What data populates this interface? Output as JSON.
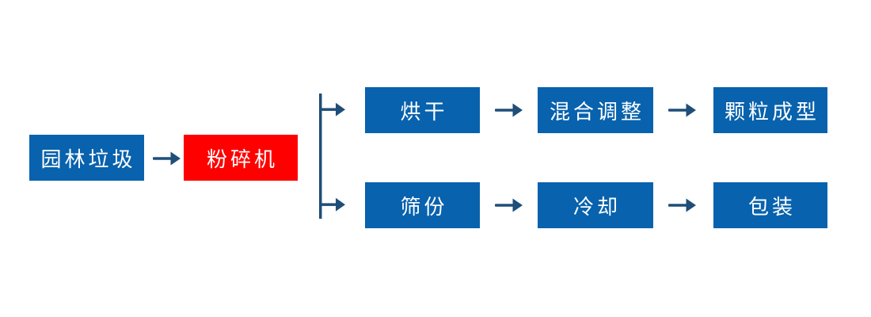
{
  "diagram": {
    "title": "garden-waste-pellet-production-flowchart",
    "background": "#ffffff"
  },
  "palette": {
    "box_blue": "#0862ad",
    "box_red": "#fe0000",
    "arrow_navy": "#1f4e79",
    "text_white": "#ffffff"
  },
  "nodes": [
    {
      "id": "garden-waste",
      "label": "园林垃圾",
      "color": "blue"
    },
    {
      "id": "crusher",
      "label": "粉碎机",
      "color": "red"
    },
    {
      "id": "drying",
      "label": "烘干",
      "color": "blue"
    },
    {
      "id": "mixing-adjust",
      "label": "混合调整",
      "color": "blue"
    },
    {
      "id": "pellet-forming",
      "label": "颗粒成型",
      "color": "blue"
    },
    {
      "id": "sieving",
      "label": "筛份",
      "color": "blue"
    },
    {
      "id": "cooling",
      "label": "冷却",
      "color": "blue"
    }
  ],
  "nodes_extra": {
    "packing": {
      "id": "packing",
      "label": "包装",
      "color": "blue"
    }
  },
  "flow": {
    "main_path": [
      "园林垃圾",
      "粉碎机"
    ],
    "branch_top": [
      "烘干",
      "混合调整",
      "颗粒成型"
    ],
    "branch_bottom": [
      "筛份",
      "冷却",
      "包装"
    ]
  },
  "icons": {
    "arrow_right": "→",
    "branch_bracket": "split-connector"
  }
}
